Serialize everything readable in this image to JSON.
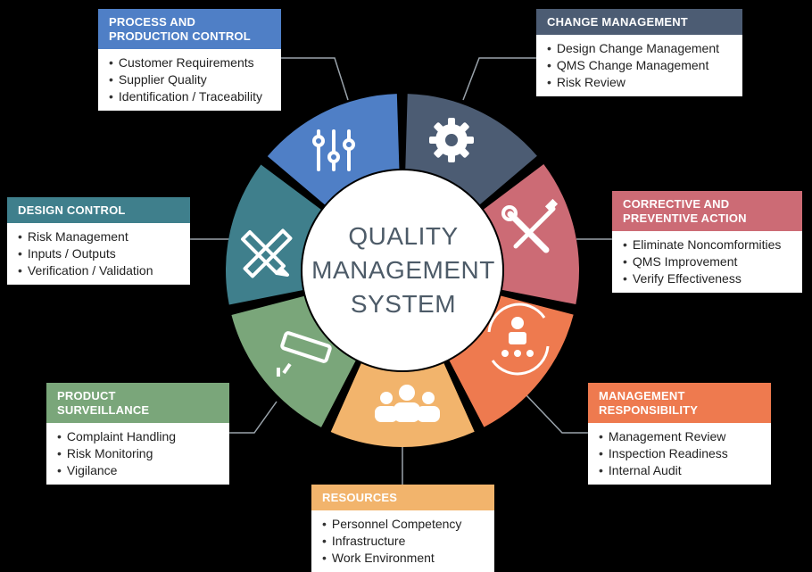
{
  "center": {
    "lines": [
      "QUALITY",
      "MANAGEMENT",
      "SYSTEM"
    ],
    "text_color": "#4d5b68"
  },
  "sections": [
    {
      "key": "process",
      "title": [
        "PROCESS AND",
        "PRODUCTION CONTROL"
      ],
      "color": "#4f7fc6",
      "icon": "sliders-icon",
      "items": [
        "Customer Requirements",
        "Supplier Quality",
        "Identification / Traceability"
      ]
    },
    {
      "key": "change",
      "title": [
        "CHANGE MANAGEMENT"
      ],
      "color": "#4c5c73",
      "icon": "gear-icon",
      "items": [
        "Design Change Management",
        "QMS Change Management",
        "Risk Review"
      ]
    },
    {
      "key": "capa",
      "title": [
        "CORRECTIVE AND",
        "PREVENTIVE ACTION"
      ],
      "color": "#cc6b75",
      "icon": "tools-icon",
      "items": [
        "Eliminate Noncomformities",
        "QMS Improvement",
        "Verify Effectiveness"
      ]
    },
    {
      "key": "mgmt",
      "title": [
        "MANAGEMENT",
        "RESPONSIBILITY"
      ],
      "color": "#ee7a4f",
      "icon": "leader-cycle-icon",
      "items": [
        "Management Review",
        "Inspection Readiness",
        "Internal Audit"
      ]
    },
    {
      "key": "resources",
      "title": [
        "RESOURCES"
      ],
      "color": "#f2b46c",
      "icon": "people-icon",
      "items": [
        "Personnel Competency",
        "Infrastructure",
        "Work Environment"
      ]
    },
    {
      "key": "surveillance",
      "title": [
        "PRODUCT",
        "SURVEILLANCE"
      ],
      "color": "#7aa67a",
      "icon": "camera-icon",
      "items": [
        "Complaint Handling",
        "Risk Monitoring",
        "Vigilance"
      ]
    },
    {
      "key": "design",
      "title": [
        "DESIGN CONTROL"
      ],
      "color": "#3f7f8c",
      "icon": "pencil-ruler-icon",
      "items": [
        "Risk Management",
        "Inputs / Outputs",
        "Verification / Validation"
      ]
    }
  ]
}
